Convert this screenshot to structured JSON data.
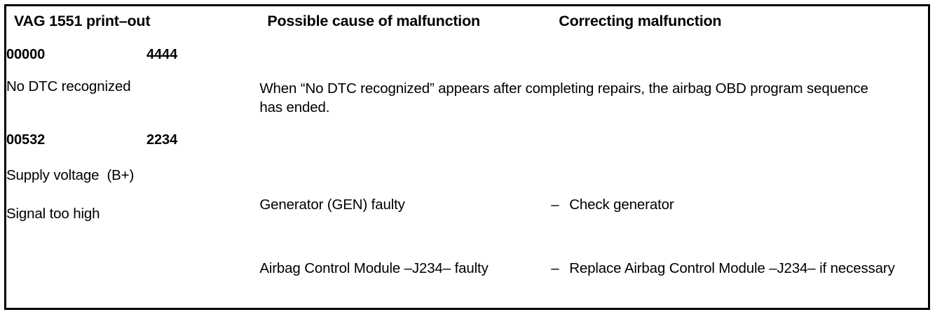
{
  "document": {
    "type": "automotive-service-manual-table",
    "title": "VAG 1551 DTC table"
  },
  "table": {
    "columns": [
      {
        "key": "printout",
        "header": "VAG 1551 print–out"
      },
      {
        "key": "cause",
        "header": "Possible cause of malfunction"
      },
      {
        "key": "correction",
        "header": "Correcting malfunction"
      }
    ],
    "rows": [
      {
        "id": "row-00000",
        "merged_cause_correction": true,
        "printout": {
          "code": "00000",
          "alt_code": "4444",
          "description_lines": [
            "No DTC recognized"
          ]
        },
        "merged_text": "When “No DTC  recognized” appears after completing repairs, the airbag OBD program sequence has ended."
      },
      {
        "id": "row-00532",
        "merged_cause_correction": false,
        "printout": {
          "code": "00532",
          "alt_code": "2234",
          "description_lines": [
            "Supply voltage  (B+)",
            "Signal too high"
          ]
        },
        "causes": [
          "Generator (GEN) faulty",
          "Airbag Control Module –J234– faulty"
        ],
        "corrections": [
          {
            "bullet": "–",
            "text": "Check generator"
          },
          {
            "bullet": "–",
            "text": "Replace Airbag  Control Module –J234– if necessary"
          }
        ]
      }
    ]
  },
  "style": {
    "ink": "#000000",
    "paper": "#ffffff"
  }
}
